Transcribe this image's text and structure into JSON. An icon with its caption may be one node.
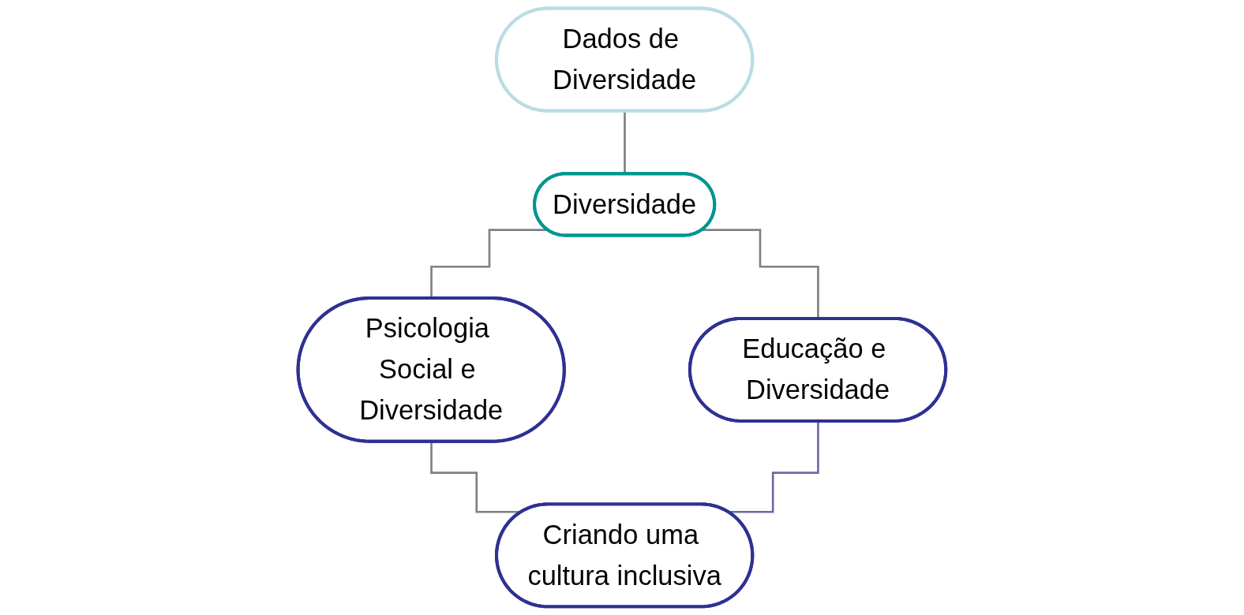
{
  "diagram": {
    "nodes": [
      {
        "text": [
          "Dados de Diversidade"
        ]
      },
      {
        "text": [
          "Diversidade"
        ]
      },
      {
        "text": [
          "Psicologia Social e Diversidade"
        ]
      },
      {
        "text": [
          "Educação e Diversidade"
        ]
      },
      {
        "text": [
          "Criando uma cultura inclusiva"
        ]
      }
    ],
    "edges": [
      {
        "from": 0,
        "to": 1,
        "arrow": "none"
      },
      {
        "from": 1,
        "to": 2,
        "arrow": "none"
      },
      {
        "from": 1,
        "to": 3,
        "arrow": "none"
      },
      {
        "from": 2,
        "to": 4,
        "arrow": "none"
      },
      {
        "from": 3,
        "to": 4,
        "arrow": "none",
        "color": "#6b6aa6"
      }
    ]
  }
}
